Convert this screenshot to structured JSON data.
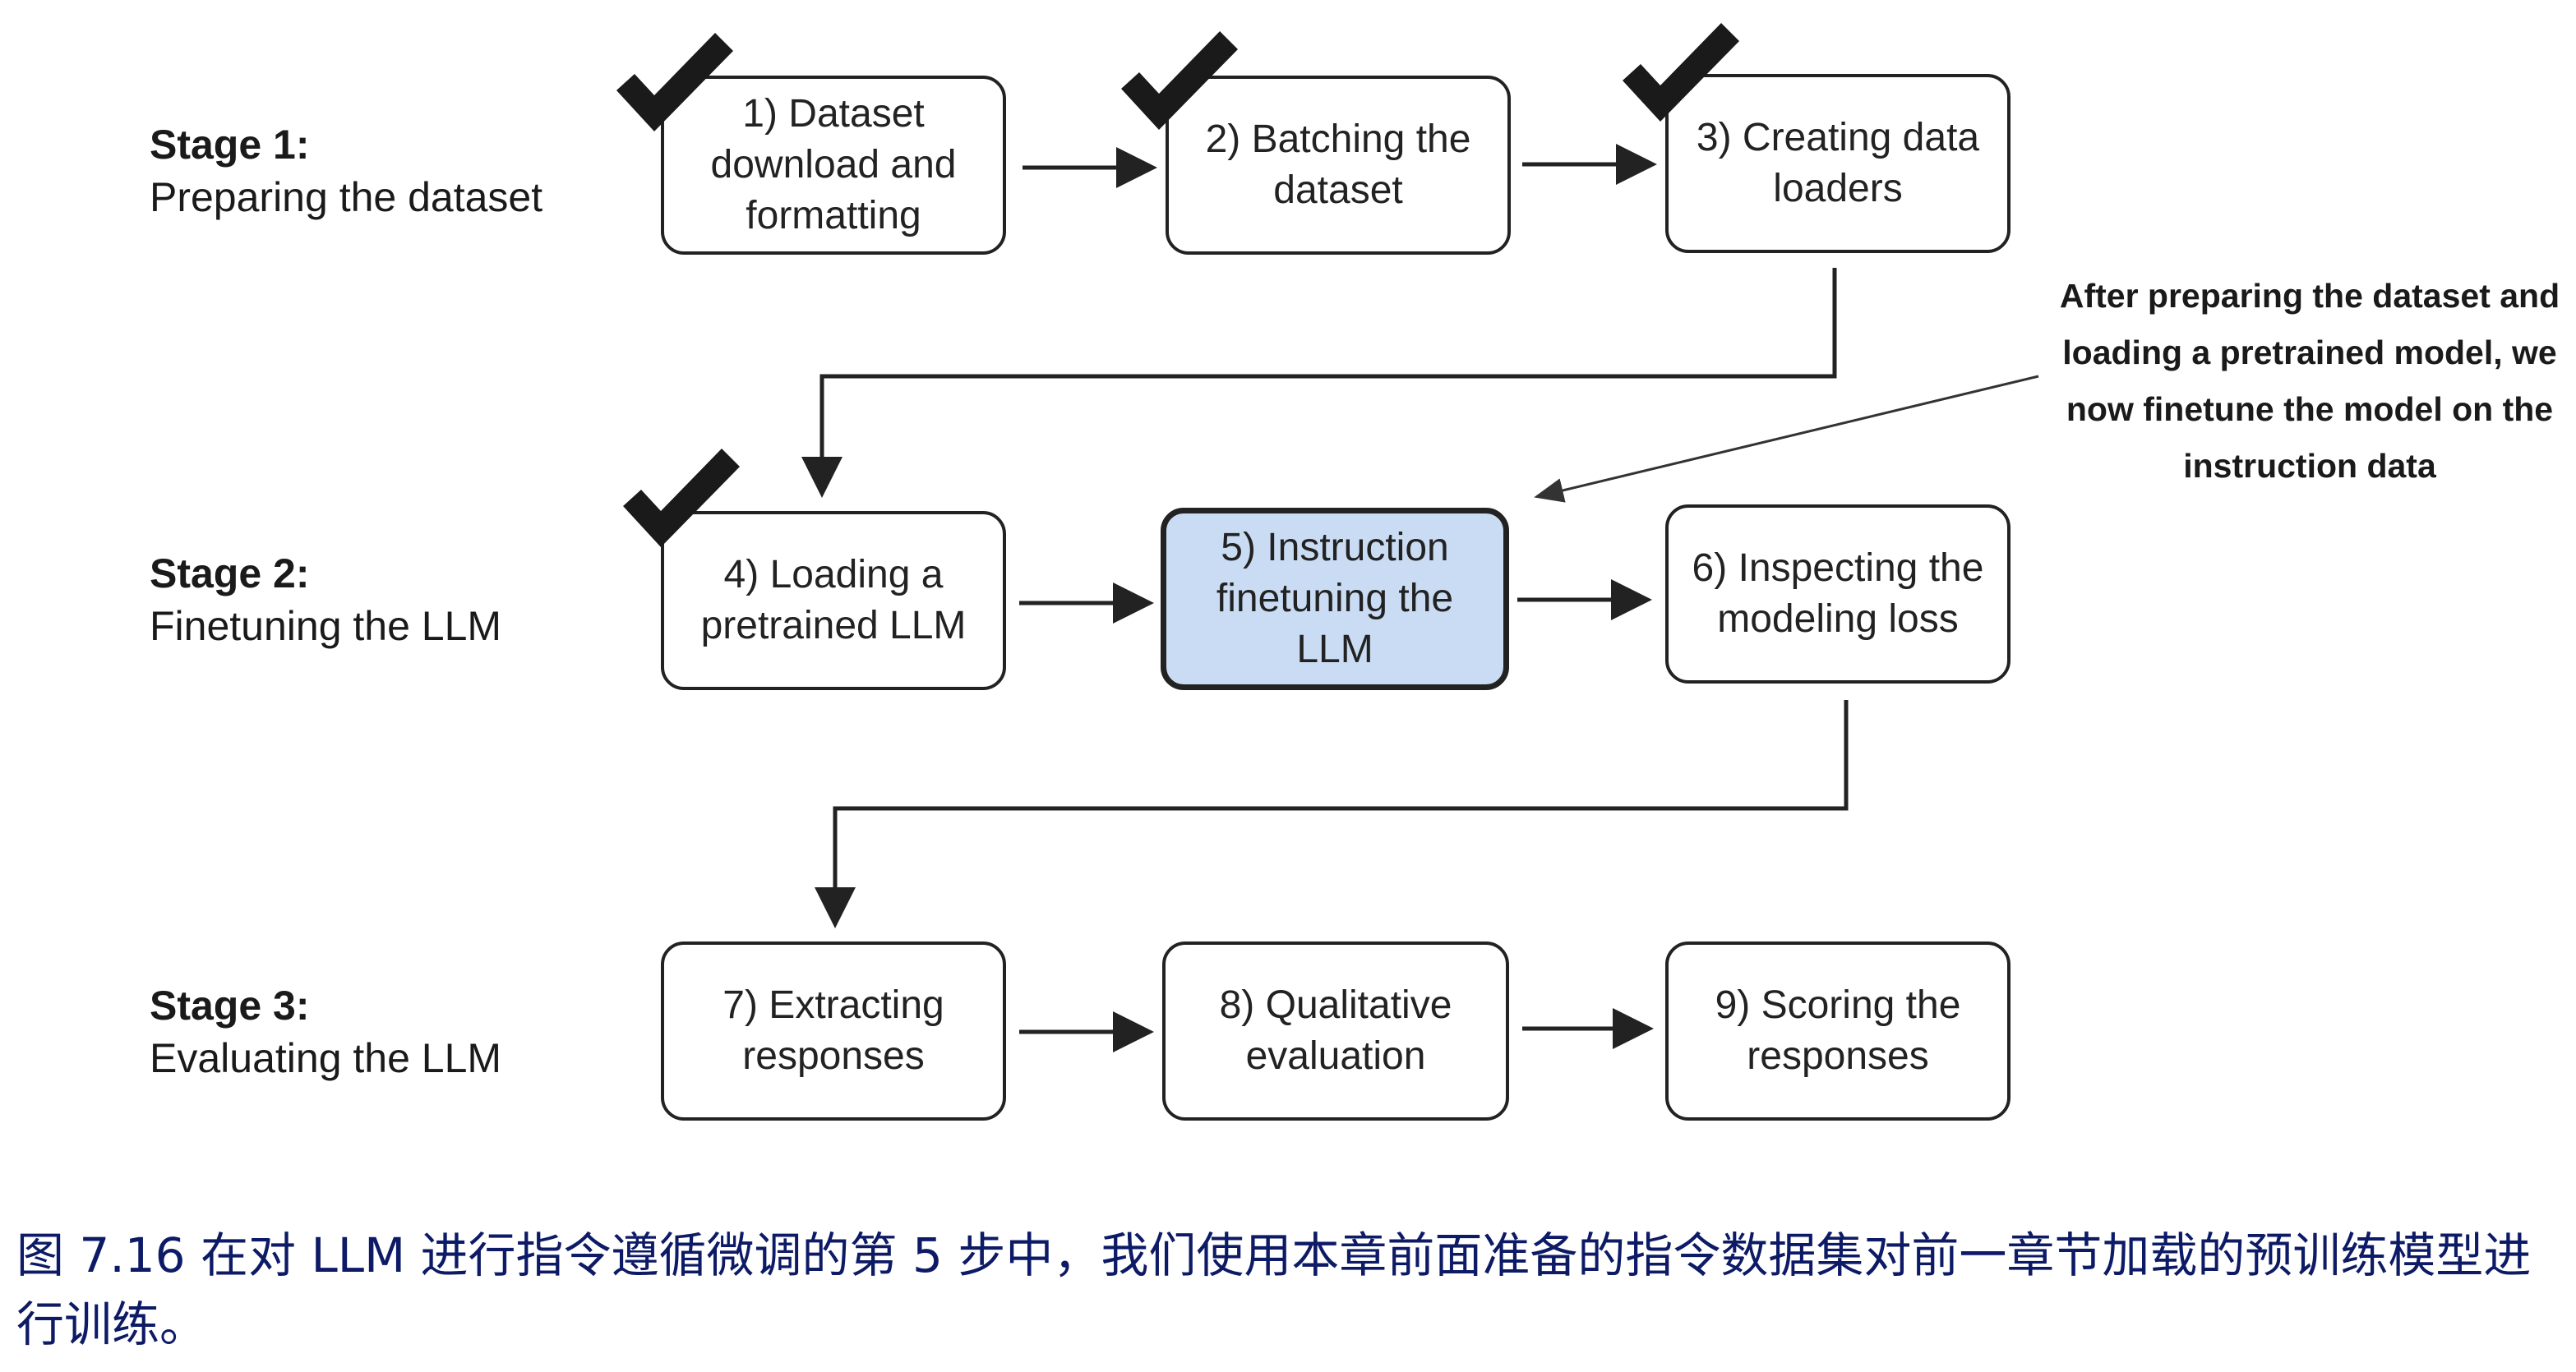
{
  "stages": [
    {
      "title": "Stage 1:",
      "subtitle": "Preparing the dataset"
    },
    {
      "title": "Stage 2:",
      "subtitle": "Finetuning the LLM"
    },
    {
      "title": "Stage 3:",
      "subtitle": "Evaluating the LLM"
    }
  ],
  "steps": [
    {
      "label": "1) Dataset download and formatting",
      "done": true
    },
    {
      "label": "2) Batching the dataset",
      "done": true
    },
    {
      "label": "3) Creating data loaders",
      "done": true
    },
    {
      "label": "4) Loading a pretrained LLM",
      "done": true
    },
    {
      "label": "5) Instruction finetuning the LLM",
      "done": false,
      "highlighted": true
    },
    {
      "label": "6) Inspecting the modeling loss",
      "done": false
    },
    {
      "label": "7) Extracting responses",
      "done": false
    },
    {
      "label": "8) Qualitative evaluation",
      "done": false
    },
    {
      "label": "9) Scoring the responses",
      "done": false
    }
  ],
  "annotation": "After preparing the dataset and loading a pretrained model, we now finetune the model on the instruction data",
  "caption": "图 7.16 在对 LLM 进行指令遵循微调的第 5 步中，我们使用本章前面准备的指令数据集对前一章节加载的预训练模型进行训练。",
  "colors": {
    "highlight_fill": "#c9dcf3",
    "stroke": "#222222",
    "caption": "#0d1a66"
  }
}
